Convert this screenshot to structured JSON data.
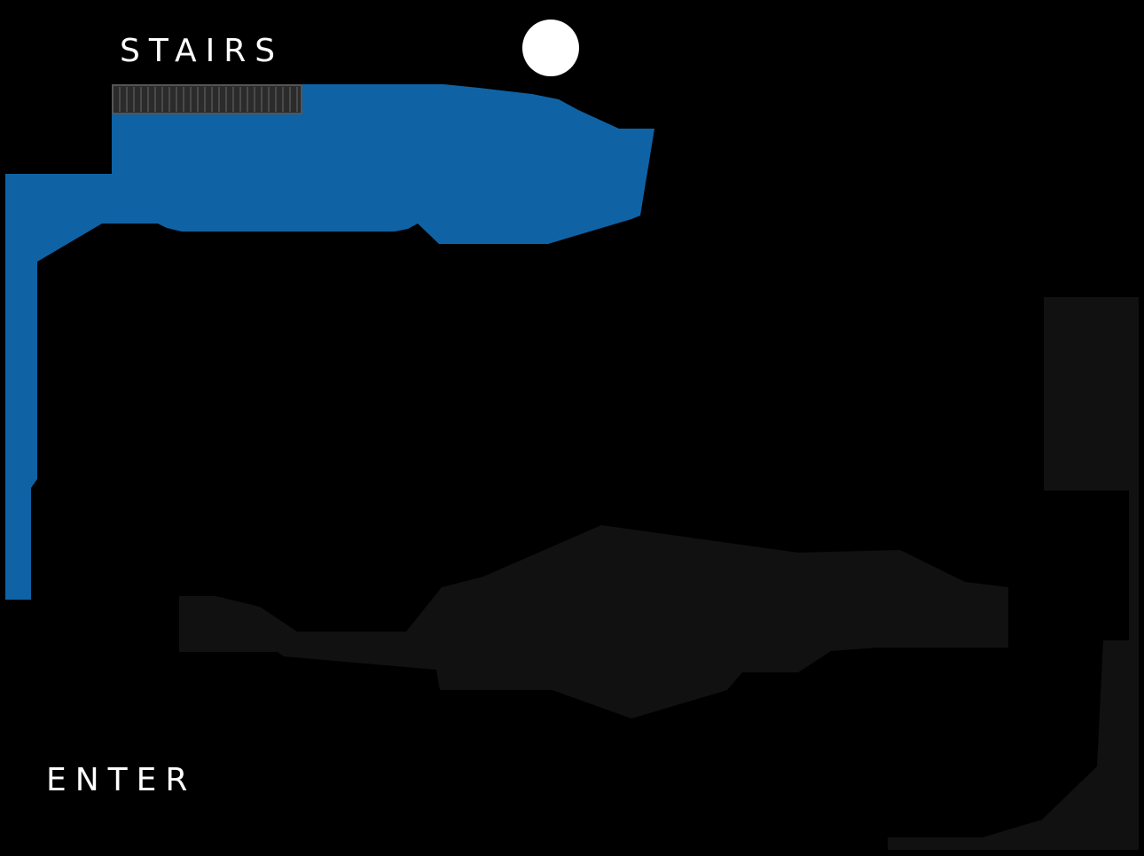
{
  "labels": {
    "stairs": "STAIRS",
    "enter": "ENTER"
  },
  "colors": {
    "background": "#000000",
    "explored_area": "#0f63a5",
    "unexplored_area": "#111111",
    "stairs_fill": "#2b2b2b",
    "stairs_stroke": "#555555",
    "player_marker": "#ffffff",
    "label_text": "#ffffff"
  },
  "markers": {
    "player": "player-position-marker"
  }
}
